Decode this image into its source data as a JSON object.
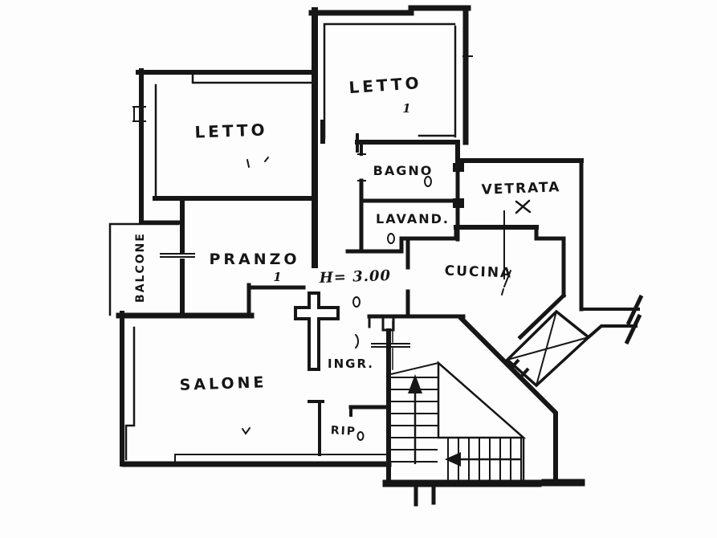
{
  "document": {
    "type": "apartment floor plan",
    "style": "hand-drawn black ink scan",
    "language": "Italian"
  },
  "colors": {
    "ink": "#161616",
    "paper": "#fdfdfd"
  },
  "rooms": {
    "letto_1": {
      "label": "LETTO"
    },
    "letto_2": {
      "label": "LETTO",
      "number": "1"
    },
    "bagno": {
      "label": "BAGNO"
    },
    "lavanderia": {
      "label": "LAVAND."
    },
    "vetrata": {
      "label": "VETRATA"
    },
    "cucina": {
      "label": "CUCINA"
    },
    "pranzo": {
      "label": "PRANZO",
      "number": "1"
    },
    "salone": {
      "label": "SALONE"
    },
    "ingresso": {
      "label": "INGR."
    },
    "ripostiglio": {
      "label": "RIP"
    },
    "balcone": {
      "label": "BALCONE"
    }
  },
  "annotations": {
    "ceiling_height": "H= 3.00",
    "features": {
      "staircase": "stairs-with-up-arrow",
      "elevator": "elevator-shaft-crossed-box",
      "wall_break": "wall-continuation-hatch"
    }
  }
}
